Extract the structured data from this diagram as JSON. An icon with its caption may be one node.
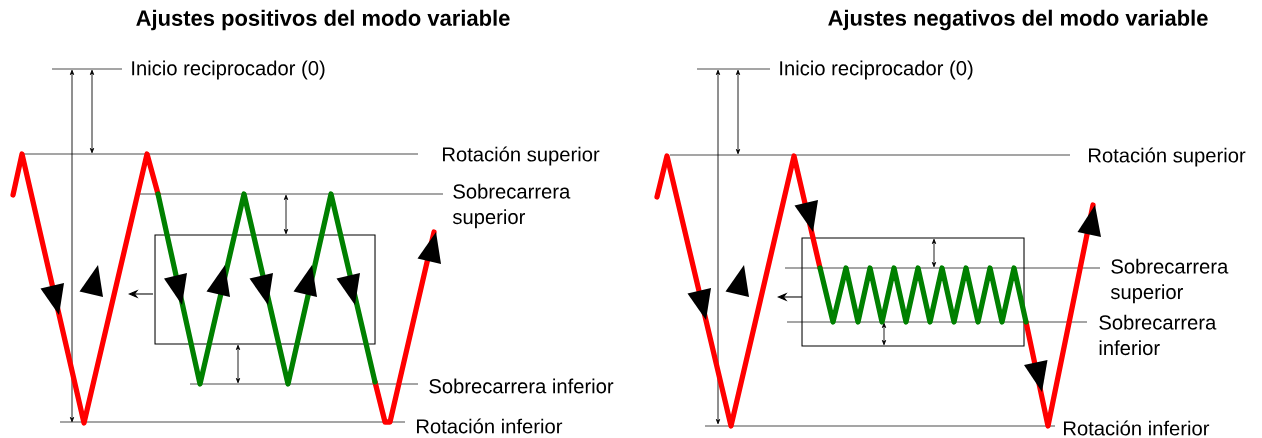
{
  "diagram": {
    "labels": [
      "Ajustes positivos del modo variable",
      "Inicio reciprocador (0)",
      "Rotación superior",
      "Sobrecarrera superior",
      "Sobrecarrera inferior",
      "Rotación inferior",
      "Ajustes negativos del modo variable",
      "Inicio reciprocador (0)",
      "Rotación superior",
      "Sobrecarrera superior",
      "Sobrecarrera inferior",
      "Rotación inferior"
    ]
  }
}
